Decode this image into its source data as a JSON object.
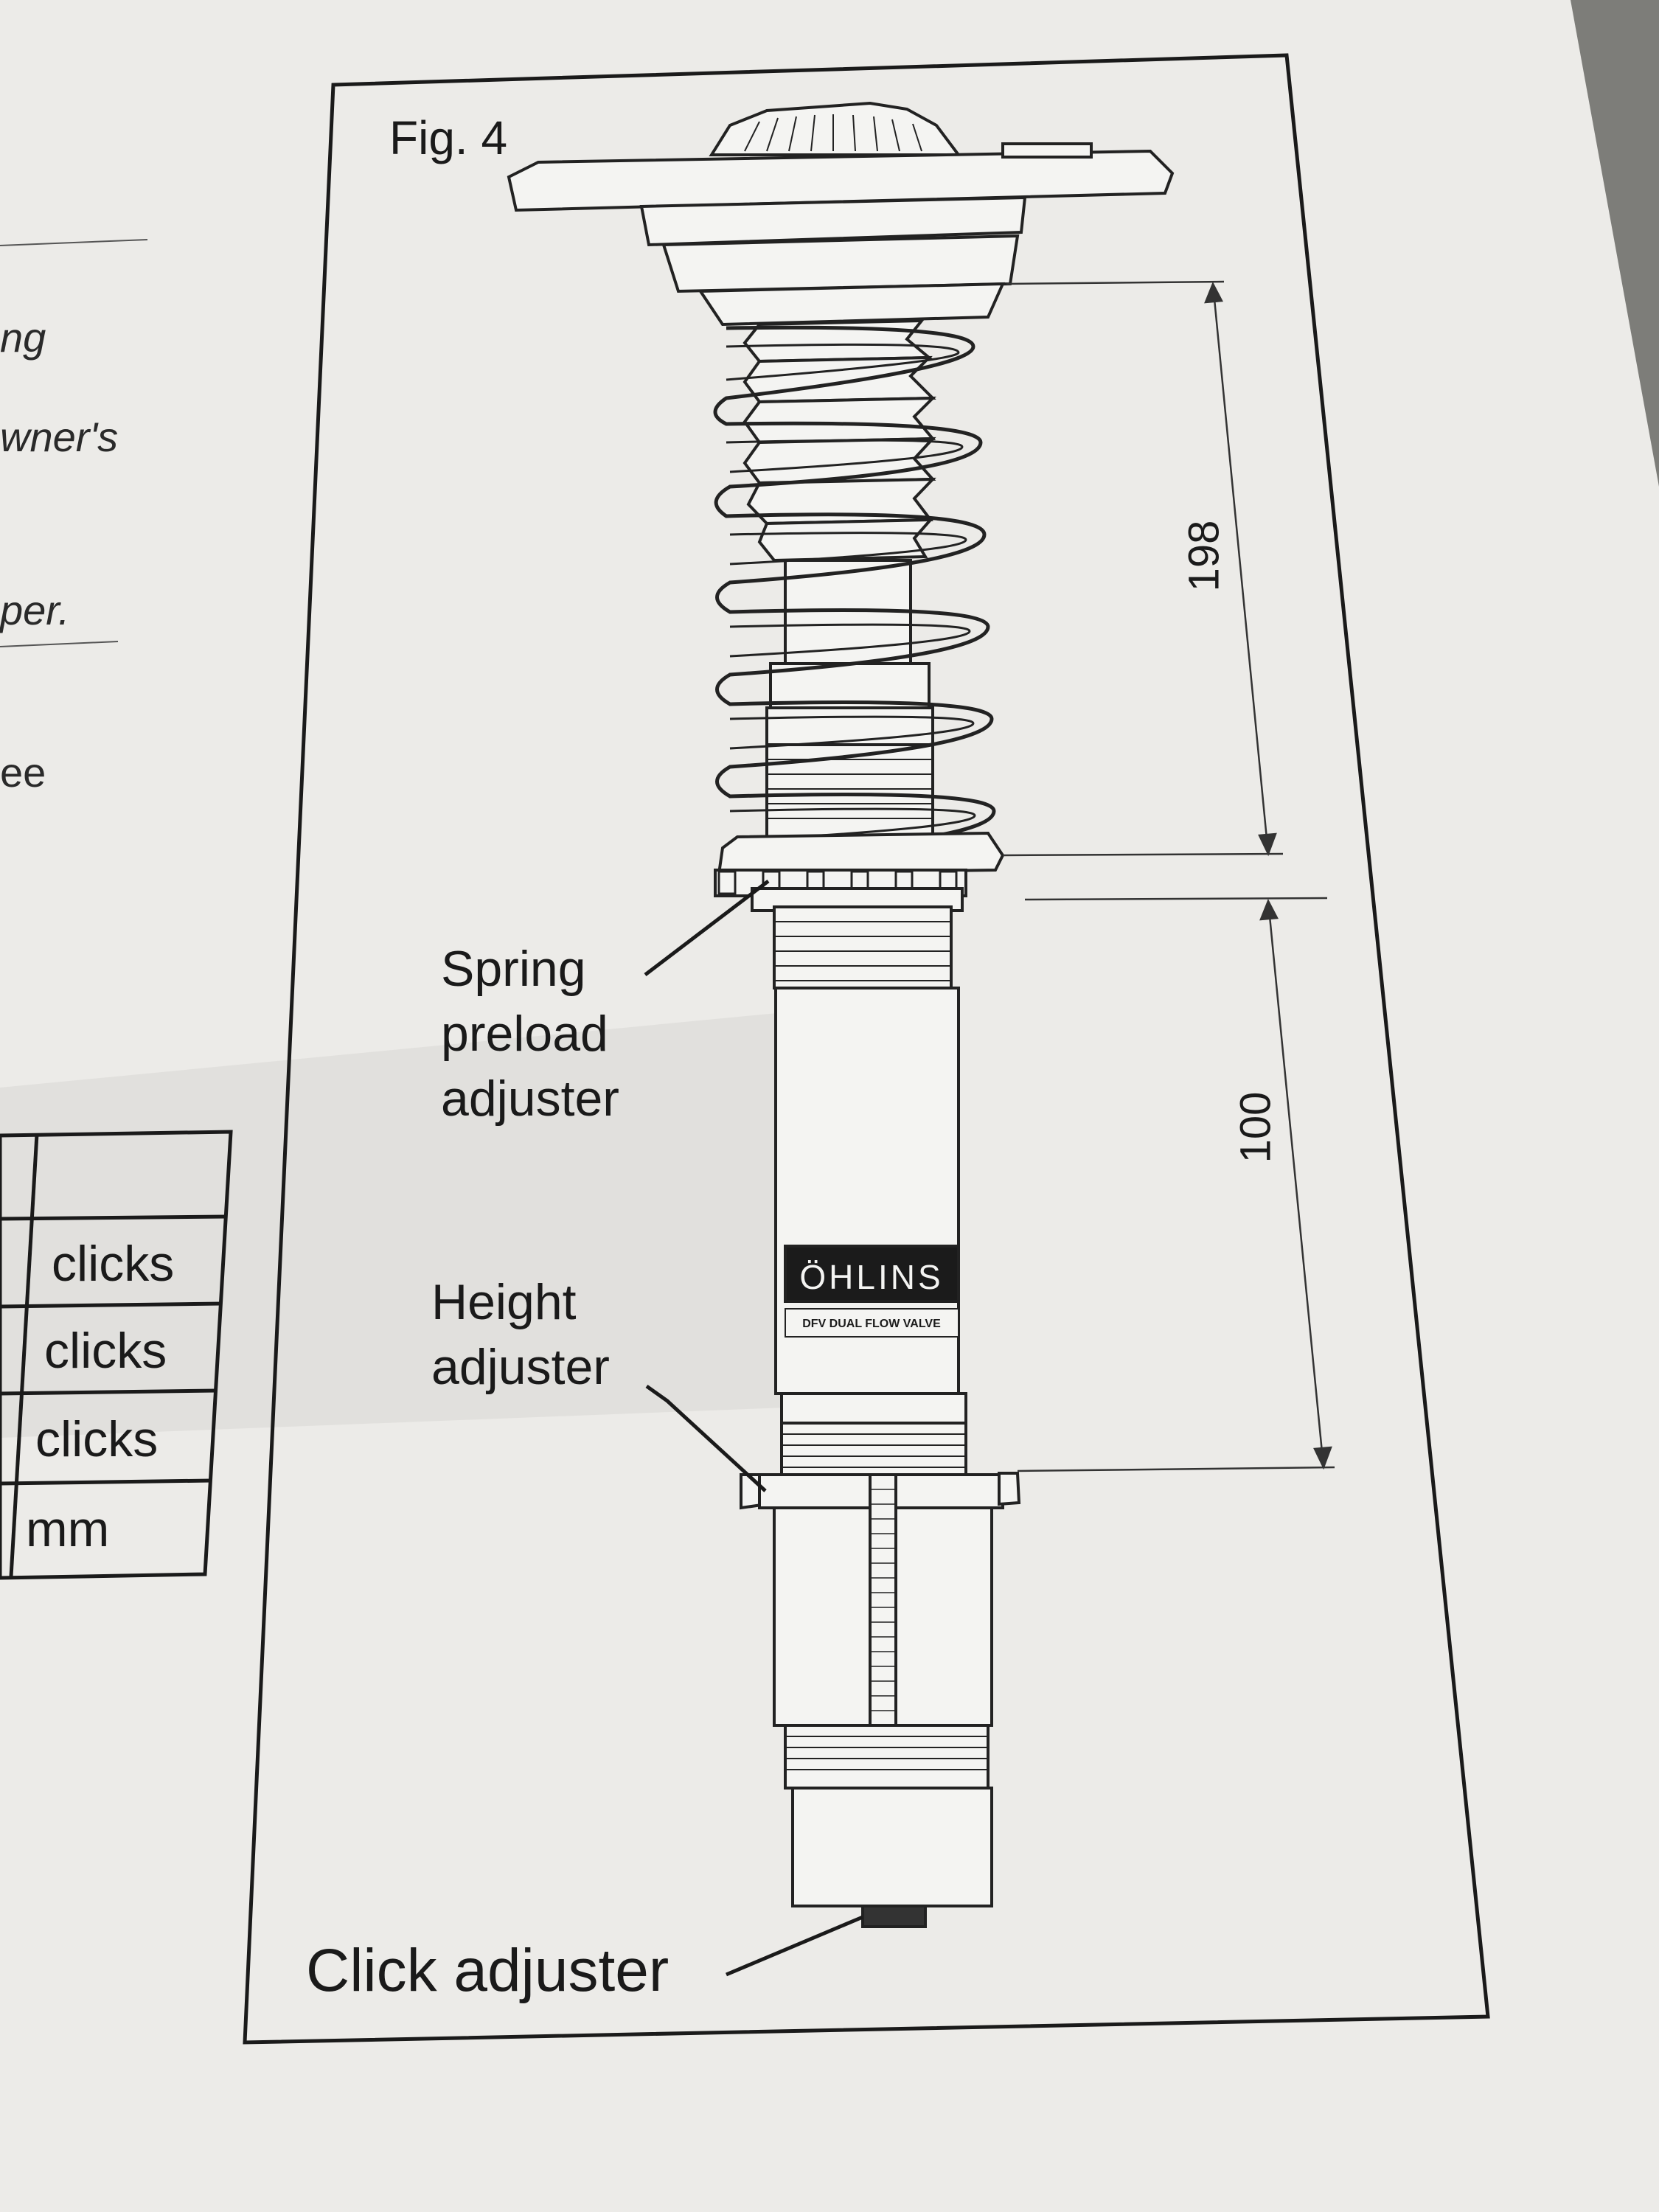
{
  "margin_text": {
    "line1": "ng",
    "line2": "wner's",
    "line3": "per.",
    "line4": "ee"
  },
  "table": {
    "rows": [
      {
        "unit": ""
      },
      {
        "unit": "clicks"
      },
      {
        "unit": "clicks"
      },
      {
        "unit": "clicks"
      },
      {
        "unit": "mm"
      }
    ]
  },
  "figure": {
    "title": "Fig. 4",
    "labels": {
      "spring_preload": "Spring\npreload\nadjuster",
      "height_adjuster": "Height\nadjuster",
      "click_adjuster": "Click adjuster"
    },
    "dimensions": {
      "upper": "198",
      "lower": "100"
    },
    "brand": {
      "name": "ÖHLINS",
      "badge_text": "DFV DUAL FLOW VALVE"
    }
  },
  "colors": {
    "paper": "#ecebe8",
    "ink": "#1a1a1a",
    "background": "#7d7d79"
  }
}
